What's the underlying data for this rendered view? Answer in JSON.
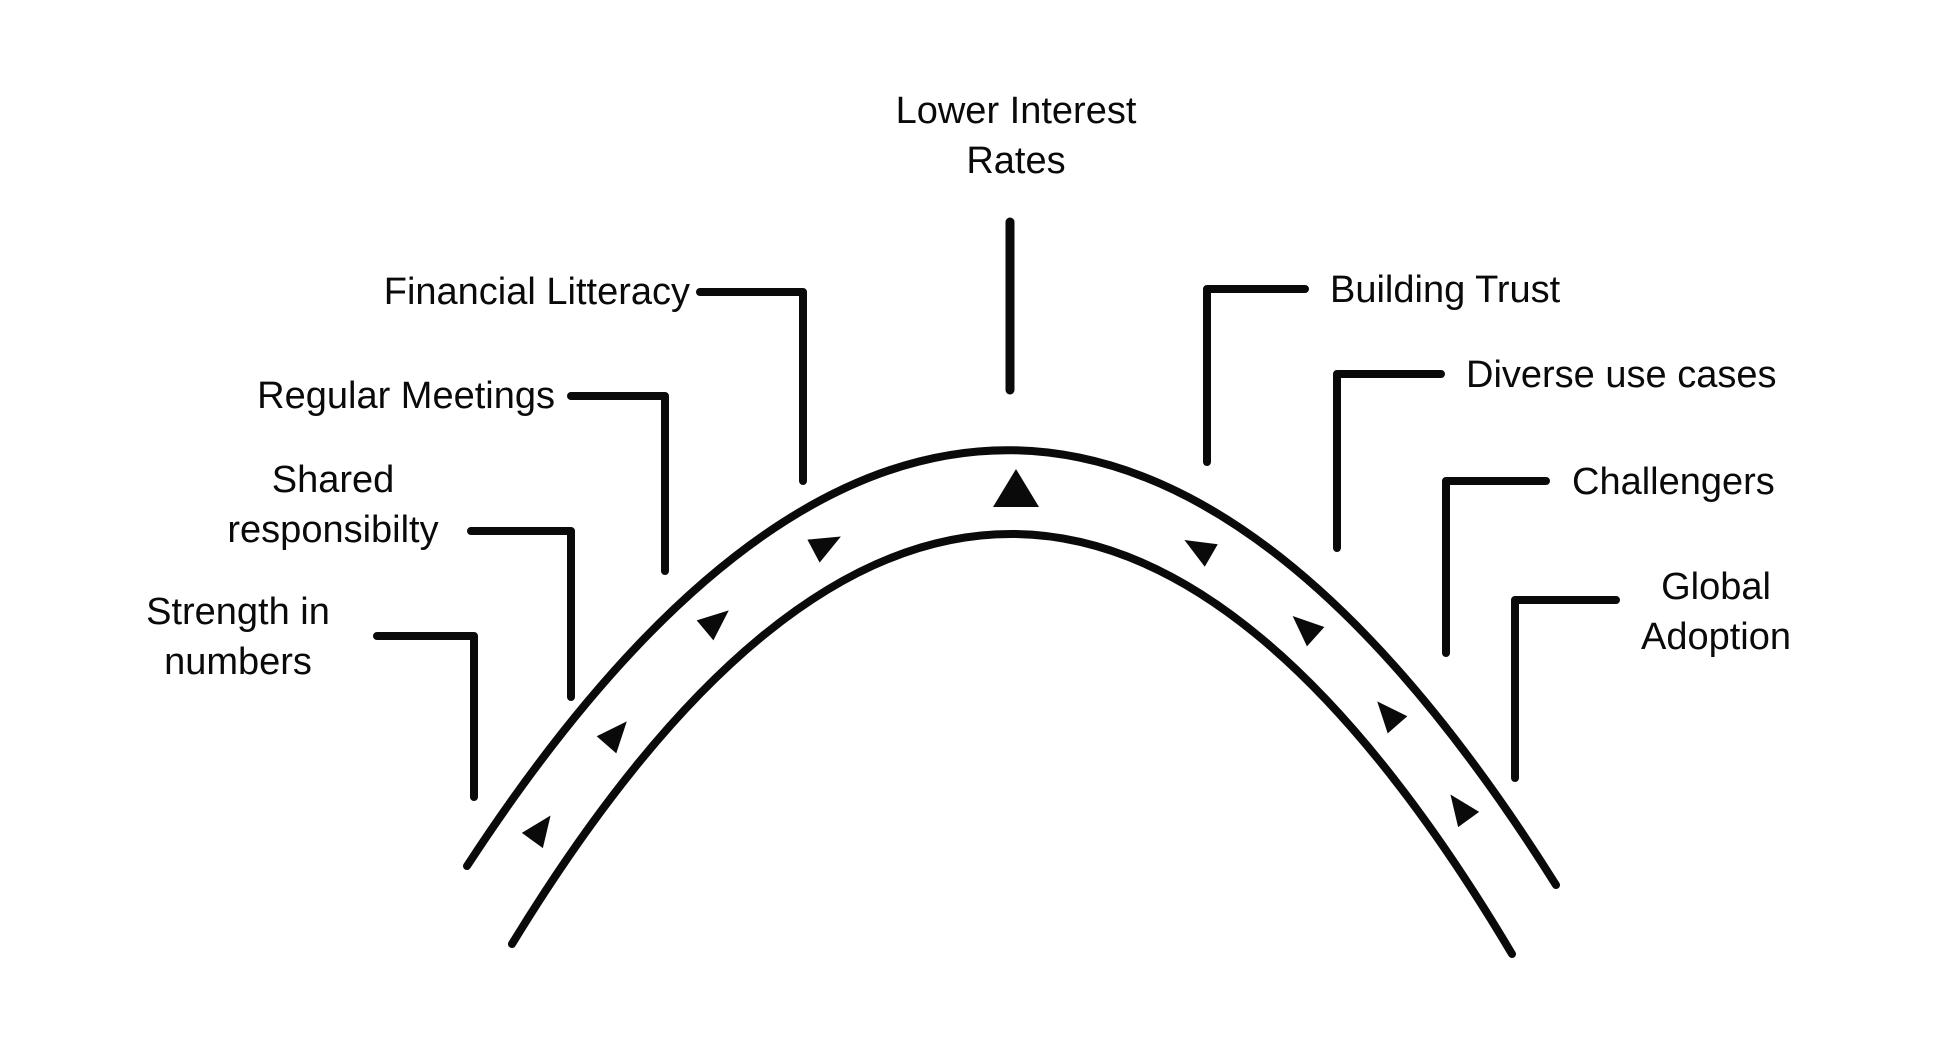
{
  "diagram": {
    "description": "Arch diagram with callout labels on both sides and an apex label",
    "colors": {
      "ink": "#0a0a0a",
      "background": "#ffffff"
    },
    "labels": {
      "top": {
        "line1": "Lower Interest",
        "line2": "Rates"
      },
      "financial": {
        "text": "Financial Litteracy"
      },
      "meetings": {
        "text": "Regular Meetings"
      },
      "shared": {
        "line1": "Shared",
        "line2": "responsibilty"
      },
      "strength": {
        "line1": "Strength in",
        "line2": "numbers"
      },
      "trust": {
        "text": "Building Trust"
      },
      "diverse": {
        "text": "Diverse use cases"
      },
      "challengers": {
        "text": "Challengers"
      },
      "global": {
        "line1": "Global",
        "line2": "Adoption"
      }
    }
  }
}
